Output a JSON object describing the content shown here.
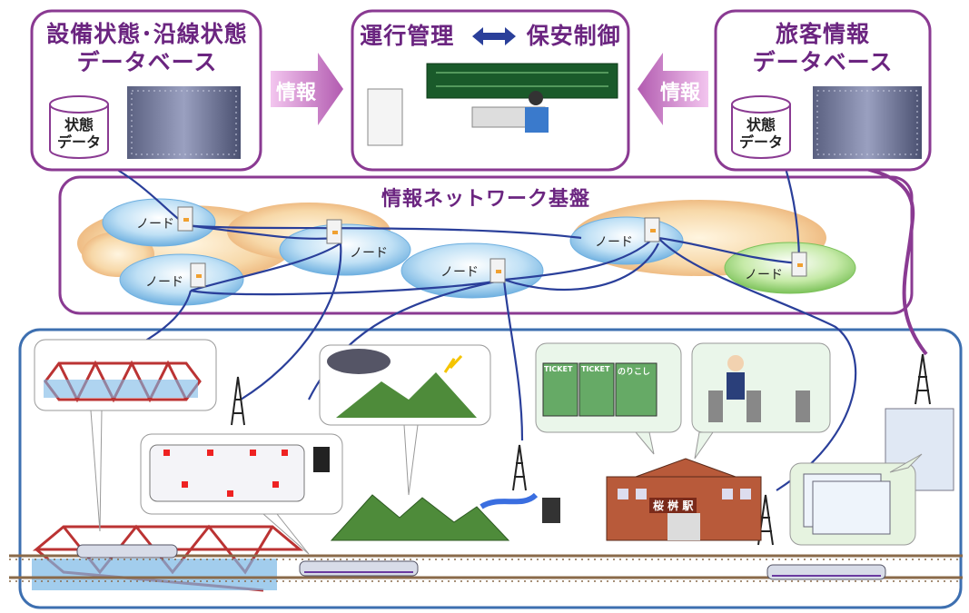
{
  "boxes": {
    "facility_db": {
      "line1": "設備状態･沿線状態",
      "line2": "データベース",
      "cylinder_line1": "状態",
      "cylinder_line2": "データ"
    },
    "operation": {
      "left": "運行管理",
      "right": "保安制御"
    },
    "passenger_db": {
      "line1": "旅客情報",
      "line2": "データベース",
      "cylinder_line1": "状態",
      "cylinder_line2": "データ"
    }
  },
  "arrows": {
    "left": "情報",
    "right": "情報"
  },
  "network": {
    "title": "情報ネットワーク基盤",
    "nodes": [
      "ノード",
      "ノード",
      "ノード",
      "ノード",
      "ノード",
      "ノード"
    ]
  },
  "signs": {
    "ticket1": "TICKET",
    "ticket2": "TICKET",
    "transfer": "のりこし",
    "station": "桜 桝 駅"
  },
  "colors": {
    "purple": "#8a3a92",
    "blue": "#2a3f9a",
    "field_border": "#3d6fb0",
    "mountain": "#4e8b3a"
  }
}
